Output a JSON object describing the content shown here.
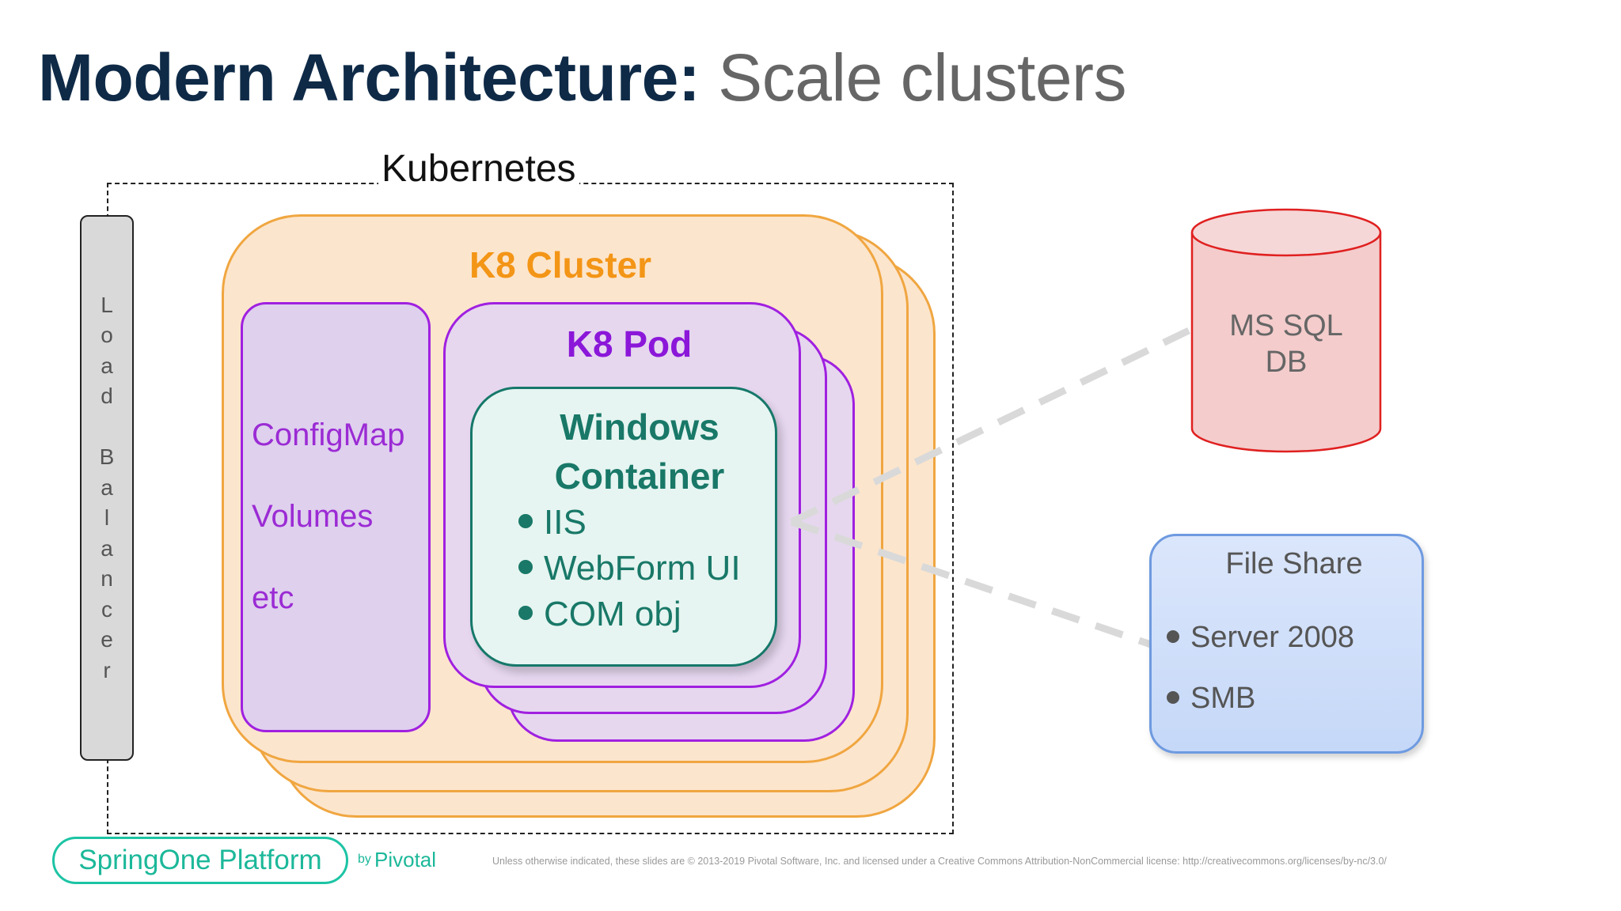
{
  "title": {
    "bold": "Modern Architecture:",
    "light": " Scale clusters"
  },
  "kubernetes_label": "Kubernetes",
  "load_balancer": {
    "letters": [
      "L",
      "o",
      "a",
      "d",
      " ",
      "B",
      "a",
      "l",
      "a",
      "n",
      "c",
      "e",
      "r"
    ]
  },
  "cluster": {
    "label": "K8 Cluster"
  },
  "side_panel": {
    "items": [
      "ConfigMap",
      "Volumes",
      "etc"
    ]
  },
  "pod": {
    "label": "K8 Pod"
  },
  "container": {
    "title_line1": "Windows",
    "title_line2": "Container",
    "items": [
      "IIS",
      "WebForm UI",
      "COM obj"
    ]
  },
  "database": {
    "line1": "MS SQL",
    "line2": "DB"
  },
  "file_share": {
    "title": "File Share",
    "items": [
      "Server 2008",
      "SMB"
    ]
  },
  "brand": {
    "name": "SpringOne Platform",
    "by": "by",
    "company": "Pivotal"
  },
  "footer": "Unless otherwise indicated, these slides are © 2013-2019 Pivotal Software, Inc. and licensed under a Creative Commons Attribution-NonCommercial license: http://creativecommons.org/licenses/by-nc/3.0/",
  "colors": {
    "title_bold": "#0e2a47",
    "cluster_border": "#f0a640",
    "cluster_fill": "#fce5cd",
    "pod_border": "#a020e0",
    "container_border": "#16786a",
    "db_fill": "#f4cccc",
    "db_border": "#e02020",
    "file_share_border": "#6e9ae0",
    "brand": "#1cc4a4"
  }
}
